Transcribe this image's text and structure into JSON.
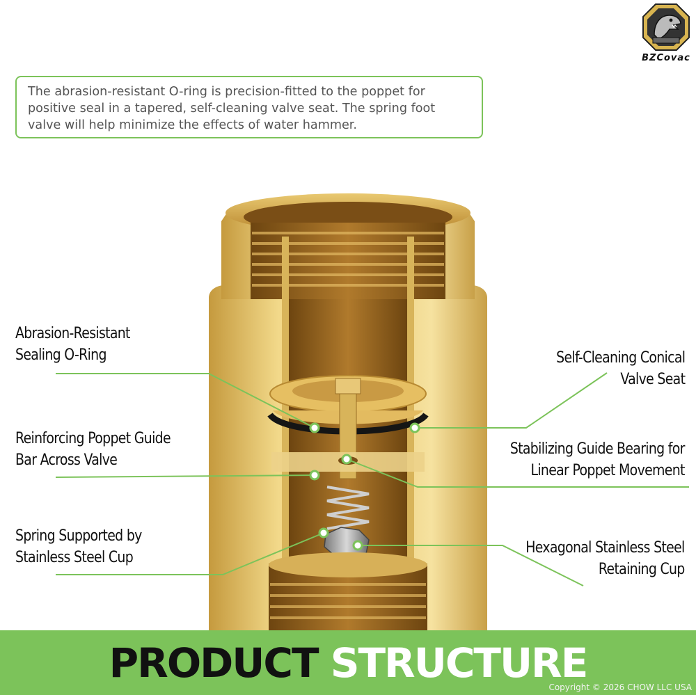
{
  "brand": {
    "name": "BZCovac",
    "logo_icon": "dinosaur-mascot-icon"
  },
  "description": "The abrasion-resistant O-ring is precision-fitted to the poppet for positive seal in a tapered, self-cleaning valve seat. The spring foot valve will help minimize the effects of water hammer.",
  "callouts": {
    "left": [
      {
        "line1": "Abrasion-Resistant",
        "line2": "Sealing O-Ring"
      },
      {
        "line1": "Reinforcing Poppet Guide",
        "line2": "Bar Across Valve"
      },
      {
        "line1": "Spring Supported by",
        "line2": "Stainless Steel Cup"
      }
    ],
    "right": [
      {
        "line1": "Self-Cleaning Conical",
        "line2": "Valve Seat"
      },
      {
        "line1": "Stabilizing Guide Bearing for",
        "line2": "Linear Poppet Movement"
      },
      {
        "line1": "Hexagonal Stainless Steel",
        "line2": "Retaining Cup"
      }
    ]
  },
  "banner": {
    "word1": "PRODUCT",
    "word2": "STRUCTURE"
  },
  "copyright": "Copyright © 2026 CHOW LLC USA",
  "colors": {
    "accent_green": "#7cc35a",
    "brass": "#c9a04a",
    "text_dark": "#111111"
  }
}
